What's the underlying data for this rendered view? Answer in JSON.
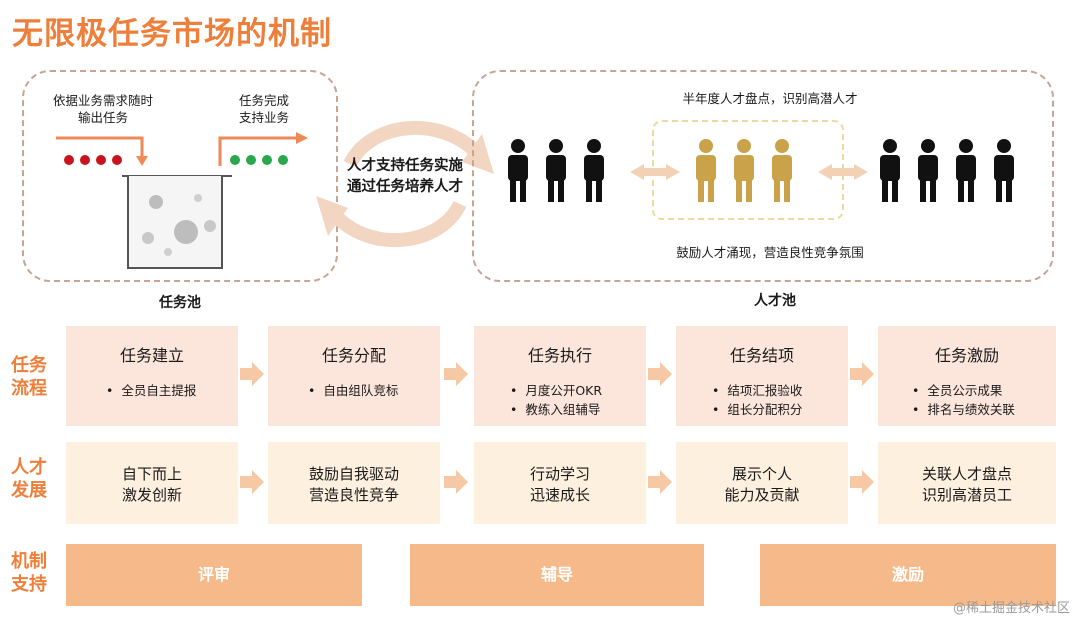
{
  "title": "无限极任务市场的机制",
  "task_pool": {
    "label": "任务池",
    "input_text": [
      "依据业务需求随时",
      "输出任务"
    ],
    "output_text": [
      "任务完成",
      "支持业务"
    ],
    "input_dot_color": "#c8141e",
    "output_dot_color": "#2aa84b",
    "icons": [
      "beaker-icon"
    ]
  },
  "cycle_text": [
    "人才支持任务实施",
    "通过任务培养人才"
  ],
  "talent_pool": {
    "label": "人才池",
    "top_text": "半年度人才盘点，识别高潜人才",
    "bottom_text": "鼓励人才涌现，营造良性竞争氛围",
    "highlight_color": "#c9a24a"
  },
  "rows": {
    "process": {
      "label": [
        "任务",
        "流程"
      ],
      "boxes": [
        {
          "title": "任务建立",
          "bullets": [
            "全员自主提报"
          ]
        },
        {
          "title": "任务分配",
          "bullets": [
            "自由组队竞标"
          ]
        },
        {
          "title": "任务执行",
          "bullets": [
            "月度公开OKR",
            "教练入组辅导"
          ]
        },
        {
          "title": "任务结项",
          "bullets": [
            "结项汇报验收",
            "组长分配积分"
          ]
        },
        {
          "title": "任务激励",
          "bullets": [
            "全员公示成果",
            "排名与绩效关联"
          ]
        }
      ]
    },
    "development": {
      "label": [
        "人才",
        "发展"
      ],
      "boxes": [
        [
          "自下而上",
          "激发创新"
        ],
        [
          "鼓励自我驱动",
          "营造良性竞争"
        ],
        [
          "行动学习",
          "迅速成长"
        ],
        [
          "展示个人",
          "能力及贡献"
        ],
        [
          "关联人才盘点",
          "识别高潜员工"
        ]
      ]
    },
    "support": {
      "label": [
        "机制",
        "支持"
      ],
      "items": [
        "评审",
        "辅导",
        "激励"
      ]
    }
  },
  "watermark": "@稀土掘金技术社区",
  "colors": {
    "accent": "#ee7f3b",
    "box": "#fce6db",
    "box2": "#fdf0de",
    "bar": "#f6b98a"
  }
}
